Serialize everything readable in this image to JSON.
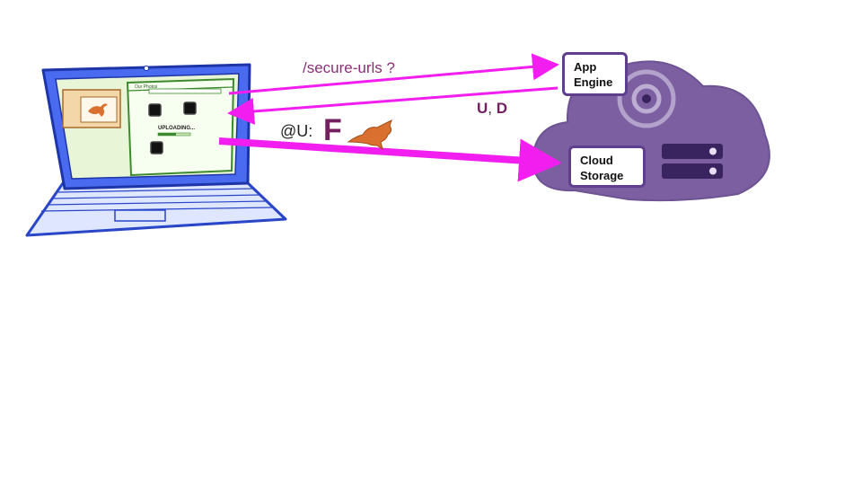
{
  "arrows": {
    "request_label": "/secure-urls ?",
    "response_label_u": "U",
    "response_label_sep": ",",
    "response_label_d": "D",
    "upload_label_prefix": "@U:",
    "upload_label_file": "F"
  },
  "services": {
    "app_engine": [
      "App",
      "Engine"
    ],
    "cloud_storage": [
      "Cloud",
      "Storage"
    ]
  },
  "laptop_screen": {
    "browser_title": "Our Photos",
    "status_text": "UPLOADING..."
  },
  "colors": {
    "arrow": "#f21ef0",
    "cloud": "#6a4a93",
    "laptop_frame": "#2a46c8",
    "screen_bg": "#e8f5d6",
    "window_border": "#3d8a2e",
    "label_purple": "#74205f",
    "kangaroo": "#d9702f"
  }
}
